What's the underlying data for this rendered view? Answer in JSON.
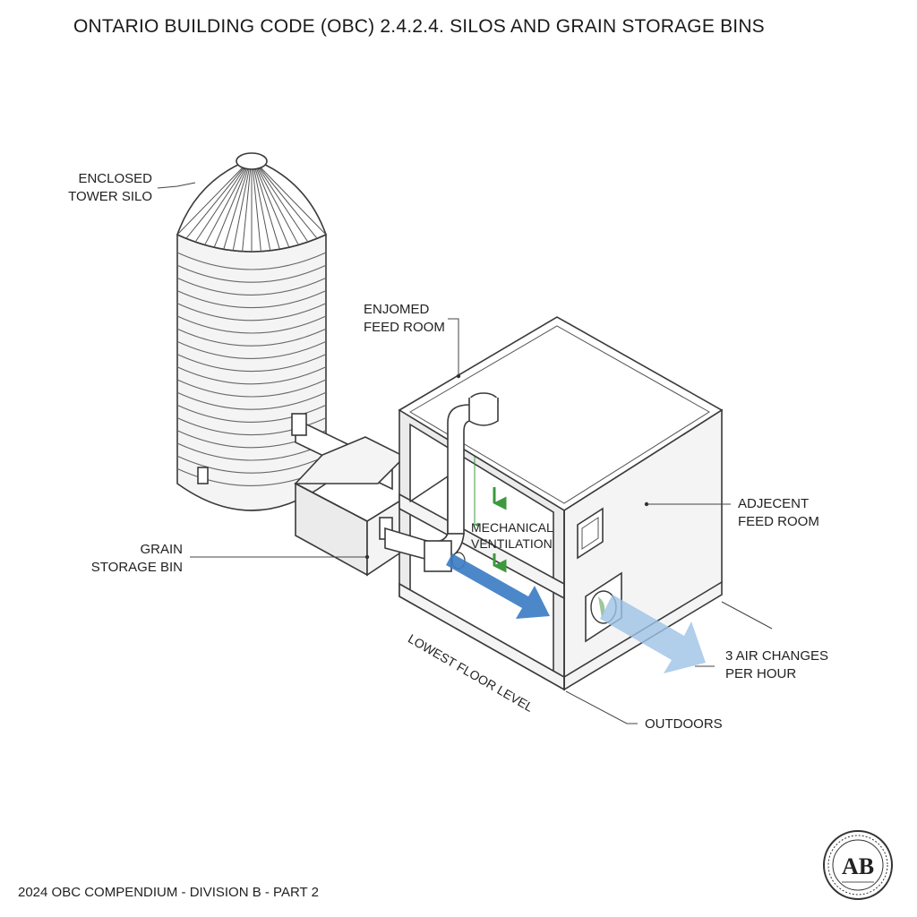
{
  "title": "ONTARIO BUILDING CODE (OBC) 2.4.2.4. SILOS AND GRAIN STORAGE BINS",
  "footer": "2024 OBC COMPENDIUM - DIVISION B - PART 2",
  "logo_text": "AB",
  "labels": {
    "silo": [
      "ENCLOSED",
      "TOWER SILO"
    ],
    "enjomed": [
      "ENJOMED",
      "FEED ROOM"
    ],
    "adjacent": [
      "ADJECENT",
      "FEED ROOM"
    ],
    "grain": [
      "GRAIN",
      "STORAGE BIN"
    ],
    "mechanical": [
      "MECHANICAL",
      "VENTILATION"
    ],
    "air_changes": [
      "3 AIR CHANGES",
      "PER HOUR"
    ],
    "lowest_floor": "LOWEST FLOOR LEVEL",
    "outdoors": "OUTDOORS"
  },
  "colors": {
    "airflow_blue": "#3d7ec4",
    "airflow_light_blue": "#9ec2e6",
    "arrow_green": "#3c9a3c",
    "line": "#3a3a3a"
  }
}
